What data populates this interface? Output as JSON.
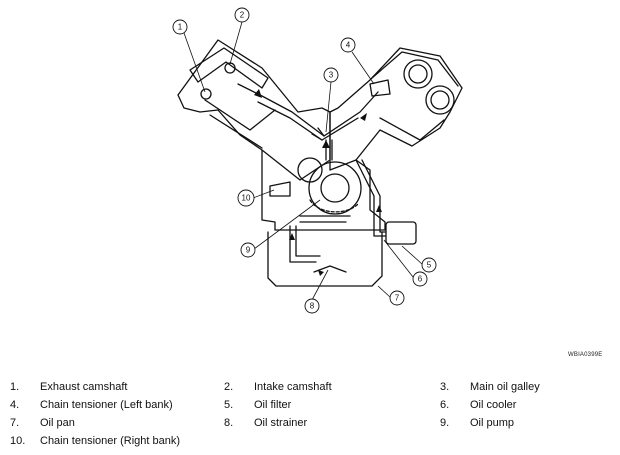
{
  "figure_code": "WBIA0399E",
  "callouts": [
    "1",
    "2",
    "3",
    "4",
    "5",
    "6",
    "7",
    "8",
    "9",
    "10"
  ],
  "legend": [
    {
      "num": "1.",
      "label": "Exhaust camshaft"
    },
    {
      "num": "2.",
      "label": "Intake camshaft"
    },
    {
      "num": "3.",
      "label": "Main oil galley"
    },
    {
      "num": "4.",
      "label": "Chain tensioner (Left bank)"
    },
    {
      "num": "5.",
      "label": "Oil filter"
    },
    {
      "num": "6.",
      "label": "Oil cooler"
    },
    {
      "num": "7.",
      "label": "Oil pan"
    },
    {
      "num": "8.",
      "label": "Oil strainer"
    },
    {
      "num": "9.",
      "label": "Oil pump"
    },
    {
      "num": "10.",
      "label": "Chain tensioner (Right bank)"
    }
  ]
}
